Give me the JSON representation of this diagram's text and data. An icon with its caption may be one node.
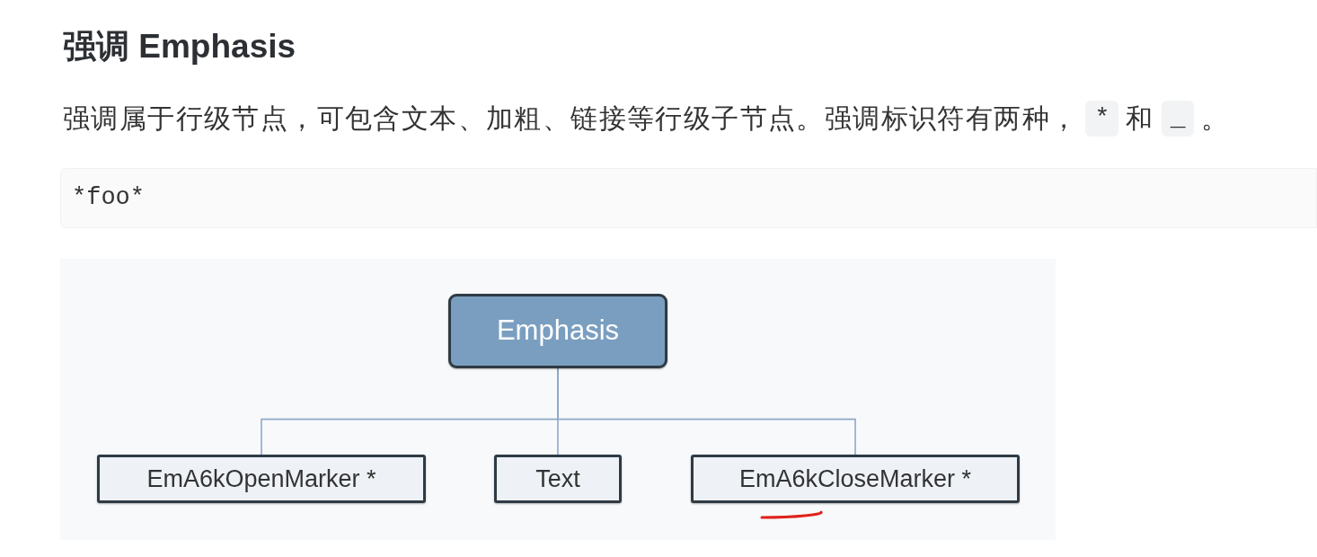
{
  "diagram": {
    "title": "强调 Emphasis",
    "nodes": [
      {
        "text": [
          "Emphasis"
        ]
      },
      {
        "text": [
          "EmA6kOpenMarker *"
        ]
      },
      {
        "text": [
          "Text"
        ]
      },
      {
        "text": [
          "EmA6kCloseMarker *"
        ]
      }
    ],
    "edges": [
      {
        "from": 0,
        "to": 1,
        "arrow": "none"
      },
      {
        "from": 0,
        "to": 2,
        "arrow": "none"
      },
      {
        "from": 0,
        "to": 3,
        "arrow": "none"
      }
    ],
    "labels": [
      "强调属于行级节点，可包含文本、加粗、链接等行级子节点。强调标识符有两种，",
      "*",
      "和",
      "_",
      "。",
      "*foo*"
    ]
  }
}
